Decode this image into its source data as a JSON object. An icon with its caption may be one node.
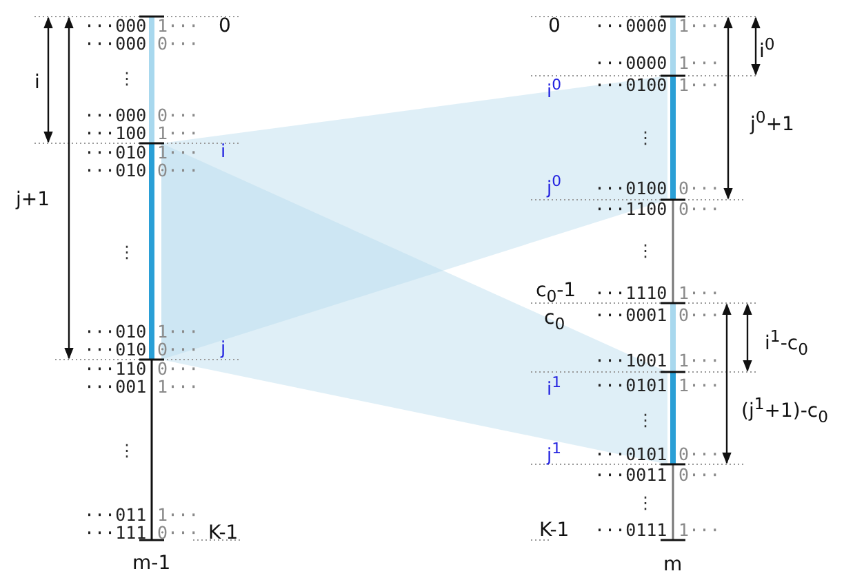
{
  "diagram": {
    "labels": [
      "···000",
      "1···",
      "0",
      "···000",
      "0···",
      "⋮",
      "···000",
      "0···",
      "···100",
      "1···",
      "···010",
      "1···",
      "i",
      "···010",
      "0···",
      "⋮",
      "···010",
      "1···",
      "···010",
      "0···",
      "j",
      "···110",
      "0···",
      "···001",
      "1···",
      "⋮",
      "···011",
      "1···",
      "···111",
      "0···",
      "K-1",
      "m-1",
      "i",
      "j+1",
      "0",
      "···0000",
      "1···",
      "···0000",
      "1···",
      "i$^{0}$",
      "···0100",
      "1···",
      "⋮",
      "j$^{0}$",
      "···0100",
      "0···",
      "···1100",
      "0···",
      "⋮",
      "c$_{0}$-1",
      "···1110",
      "1···",
      "c$_{0}$",
      "···0001",
      "0···",
      "···1001",
      "1···",
      "i$^{1}$",
      "···0101",
      "1···",
      "⋮",
      "j$^{1}$",
      "···0101",
      "0···",
      "···0011",
      "0···",
      "⋮",
      "K-1",
      "···0111",
      "1···",
      "m",
      "i$^{0}$",
      "j$^{0}$+1",
      "i$^{1}$-c$_{0}$",
      "(j$^{1}$+1)-c$_{0}$"
    ]
  }
}
